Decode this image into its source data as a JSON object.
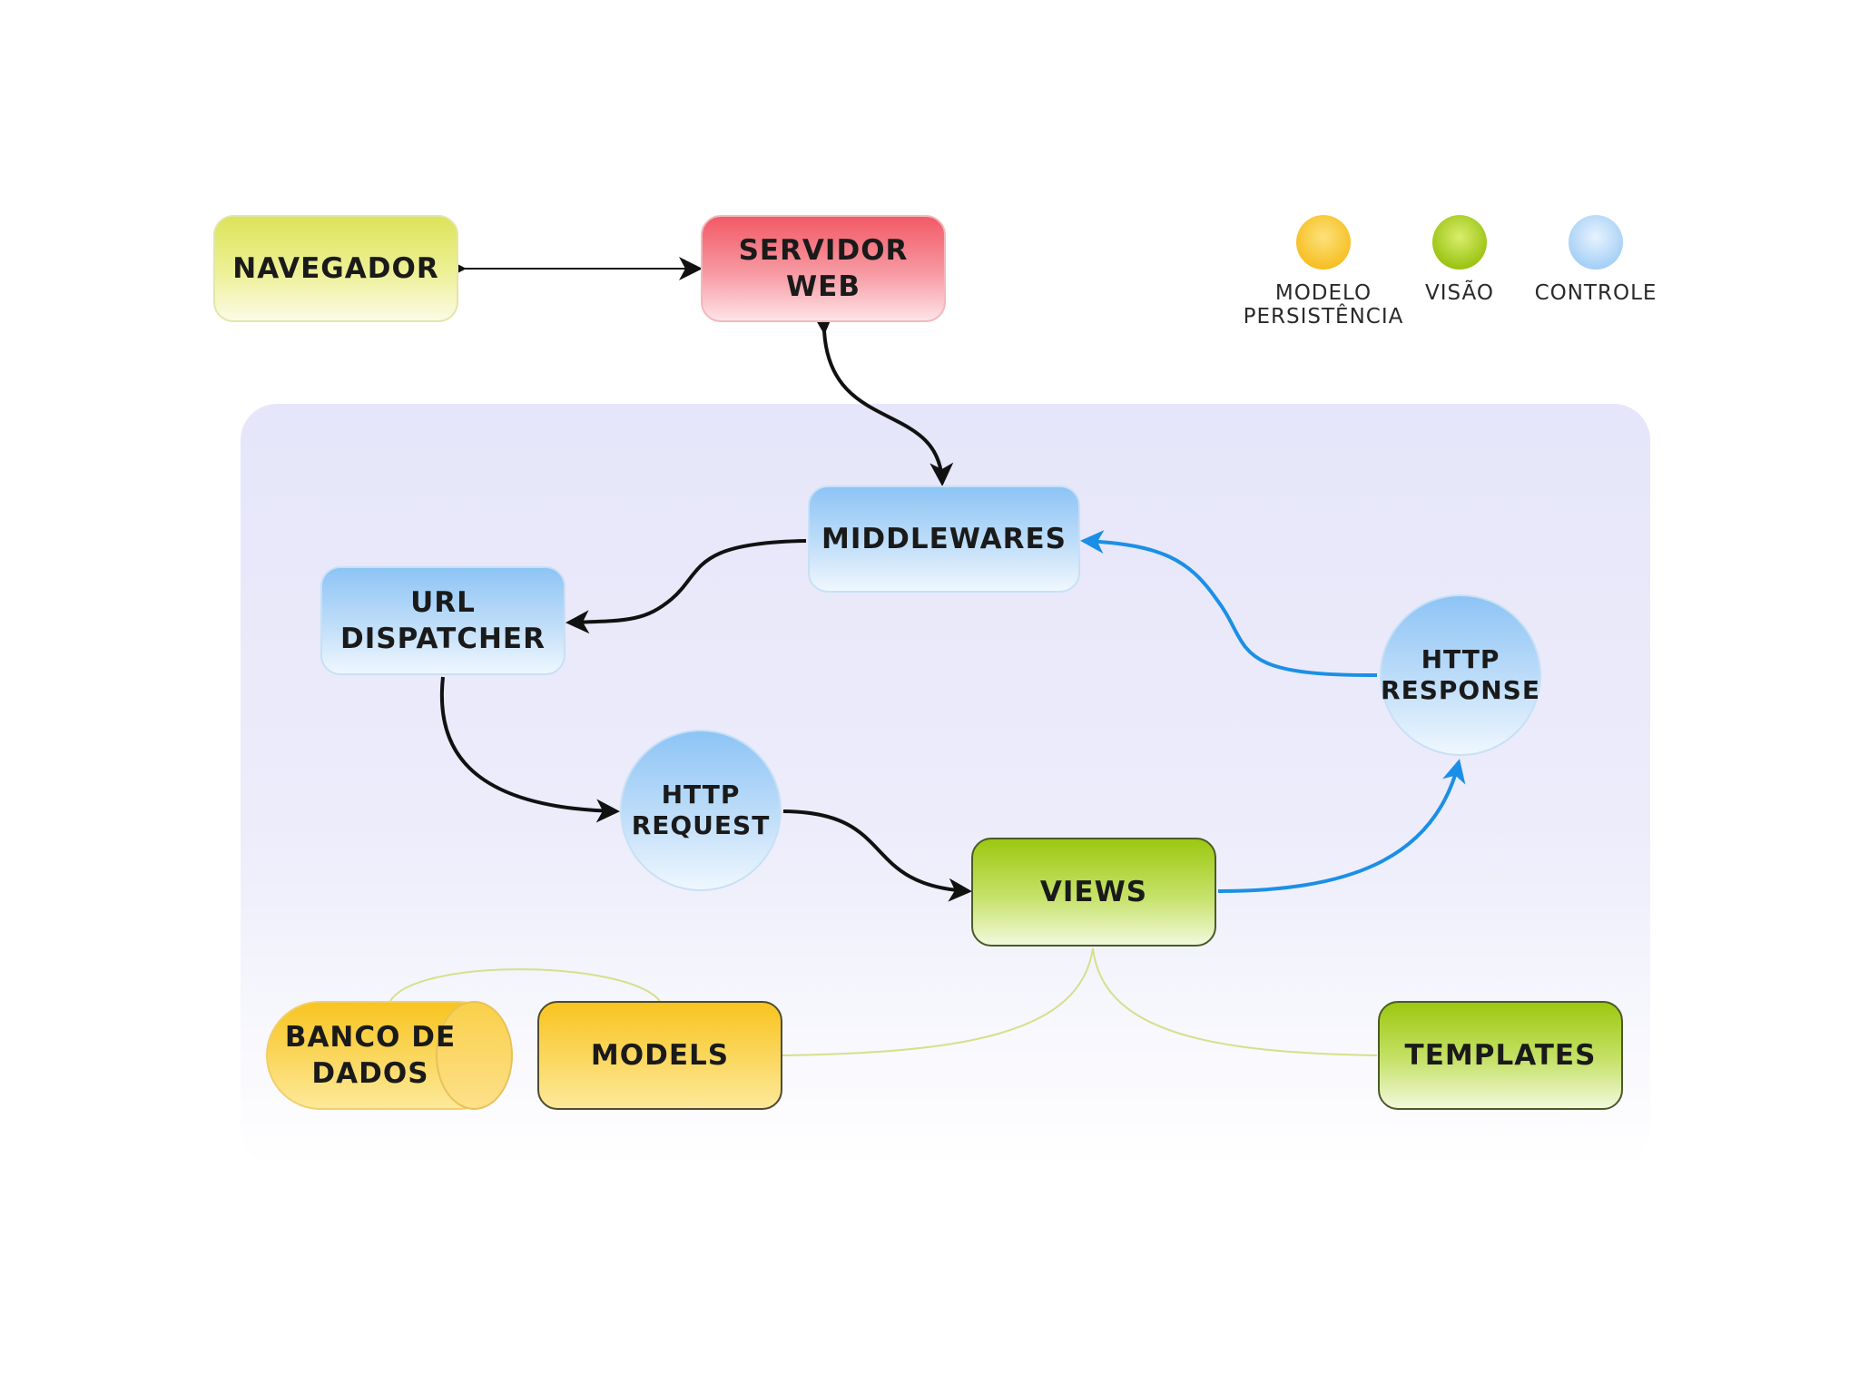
{
  "legend": [
    {
      "label": "MODELO\nPERSISTÊNCIA",
      "color": "#f7c027"
    },
    {
      "label": "VISÃO",
      "color": "#9ec516"
    },
    {
      "label": "CONTROLE",
      "color": "#a8d1f7"
    }
  ],
  "nodes": {
    "navegador": "NAVEGADOR",
    "servidor_web": "SERVIDOR\nWEB",
    "middlewares": "MIDDLEWARES",
    "url_dispatcher": "URL\nDISPATCHER",
    "http_request": "HTTP\nREQUEST",
    "http_response": "HTTP\nRESPONSE",
    "views": "VIEWS",
    "banco_de_dados": "BANCO DE\nDADOS",
    "models": "MODELS",
    "templates": "TEMPLATES"
  },
  "colors": {
    "arrow_dark": "#111111",
    "arrow_response": "#1b8fe6",
    "link_line": "#d7df8a"
  }
}
